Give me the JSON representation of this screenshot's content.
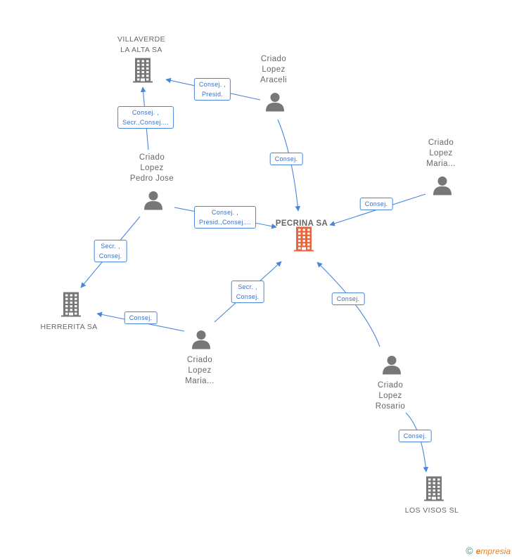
{
  "colors": {
    "edge": "#4a86d8",
    "label_border": "#4a86d8",
    "label_text": "#3a6fc0",
    "node_gray": "#777777",
    "main_company": "#e8643c",
    "text": "#666666"
  },
  "nodes": [
    {
      "id": "pecrina",
      "type": "company",
      "main": true,
      "lines": [
        "PECRINA SA"
      ]
    },
    {
      "id": "villaverde",
      "type": "company",
      "lines": [
        "VILLAVERDE",
        "LA ALTA SA"
      ]
    },
    {
      "id": "herrerita",
      "type": "company",
      "lines": [
        "HERRERITA SA"
      ]
    },
    {
      "id": "losvisos",
      "type": "company",
      "lines": [
        "LOS VISOS  SL"
      ]
    },
    {
      "id": "araceli",
      "type": "person",
      "lines": [
        "Criado",
        "Lopez",
        "Araceli"
      ]
    },
    {
      "id": "pedrojose",
      "type": "person",
      "lines": [
        "Criado",
        "Lopez",
        "Pedro Jose"
      ]
    },
    {
      "id": "maria1",
      "type": "person",
      "lines": [
        "Criado",
        "Lopez",
        "Maria..."
      ]
    },
    {
      "id": "maria2",
      "type": "person",
      "lines": [
        "Criado",
        "Lopez",
        "Maria..."
      ]
    },
    {
      "id": "rosario",
      "type": "person",
      "lines": [
        "Criado",
        "Lopez",
        "Rosario"
      ]
    }
  ],
  "edges": [
    {
      "id": "araceli-villaverde",
      "from": "araceli",
      "to": "villaverde",
      "lines": [
        "Consej. ,",
        "Presid."
      ]
    },
    {
      "id": "pedrojose-villaverde",
      "from": "pedrojose",
      "to": "villaverde",
      "lines": [
        "Consej. ,",
        "Secr.,Consej...."
      ]
    },
    {
      "id": "araceli-pecrina",
      "from": "araceli",
      "to": "pecrina",
      "lines": [
        "Consej."
      ]
    },
    {
      "id": "maria1-pecrina",
      "from": "maria1",
      "to": "pecrina",
      "lines": [
        "Consej."
      ]
    },
    {
      "id": "pedrojose-pecrina",
      "from": "pedrojose",
      "to": "pecrina",
      "lines": [
        "Consej. ,",
        "Presid.,Consej...."
      ]
    },
    {
      "id": "pedrojose-herrerita",
      "from": "pedrojose",
      "to": "herrerita",
      "lines": [
        "Secr. ,",
        "Consej."
      ]
    },
    {
      "id": "maria2-pecrina",
      "from": "maria2",
      "to": "pecrina",
      "lines": [
        "Secr. ,",
        "Consej."
      ]
    },
    {
      "id": "maria2-herrerita",
      "from": "maria2",
      "to": "herrerita",
      "lines": [
        "Consej."
      ]
    },
    {
      "id": "rosario-pecrina",
      "from": "rosario",
      "to": "pecrina",
      "lines": [
        "Consej."
      ]
    },
    {
      "id": "rosario-losvisos",
      "from": "rosario",
      "to": "losvisos",
      "lines": [
        "Consej."
      ]
    }
  ],
  "footer": {
    "copyright_symbol": "©",
    "brand_initial": "e",
    "brand_rest": "mpresia"
  }
}
